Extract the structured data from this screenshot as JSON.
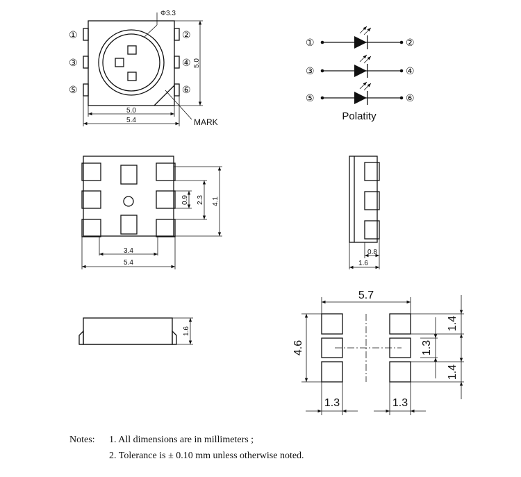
{
  "top_view": {
    "phi_label": "Φ3.3",
    "mark_label": "MARK",
    "dim_inner_width": "5.0",
    "dim_outer_width": "5.4",
    "dim_height": "5.0",
    "pins": [
      "①",
      "②",
      "③",
      "④",
      "⑤",
      "⑥"
    ]
  },
  "schematic": {
    "pins_left": [
      "①",
      "③",
      "⑤"
    ],
    "pins_right": [
      "②",
      "④",
      "⑥"
    ],
    "caption": "Polatity"
  },
  "bottom_view": {
    "dim_pitch": "3.4",
    "dim_width": "5.4",
    "dim_pad": "0.9",
    "dim_span": "2.3",
    "dim_height": "4.1"
  },
  "side_view": {
    "dim_pad": "0.8",
    "dim_width": "1.6"
  },
  "front_view": {
    "dim_height": "1.6"
  },
  "footprint": {
    "dim_width": "5.7",
    "dim_height": "4.6",
    "dim_top": "1.4",
    "dim_mid": "1.3",
    "dim_bottom": "1.4",
    "dim_pad_left": "1.3",
    "dim_pad_right": "1.3"
  },
  "notes": {
    "label": "Notes:",
    "line1": "1. All dimensions are in millimeters ;",
    "line2": "2. Tolerance is ± 0.10 mm unless otherwise noted."
  }
}
